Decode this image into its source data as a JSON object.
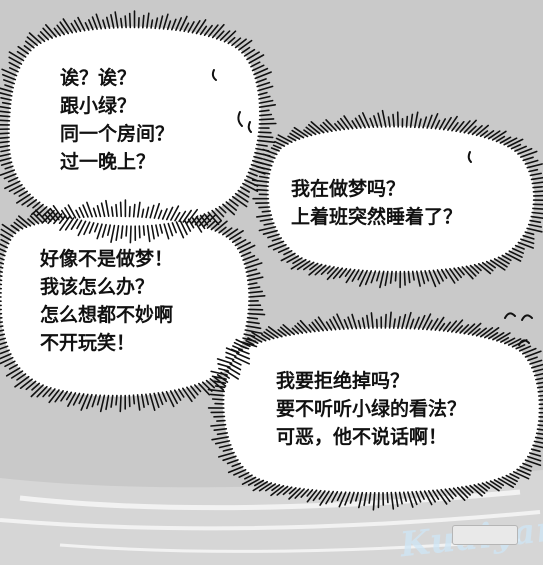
{
  "bubbles": [
    {
      "lines": [
        "诶？诶？",
        "跟小绿？",
        "同一个房间？",
        "过一晚上？"
      ]
    },
    {
      "lines": [
        "我在做梦吗？",
        "上着班突然睡着了？"
      ]
    },
    {
      "lines": [
        "好像不是做梦！",
        "我该怎么办？",
        "怎么想都不妙啊",
        "不开玩笑！"
      ]
    },
    {
      "lines": [
        "我要拒绝掉吗？",
        "要不听听小绿的看法？",
        "可恶，他不说话啊！"
      ]
    }
  ],
  "colors": {
    "background": "#c9c9c9",
    "bubble_fill": "#ffffff",
    "ink": "#111111"
  }
}
